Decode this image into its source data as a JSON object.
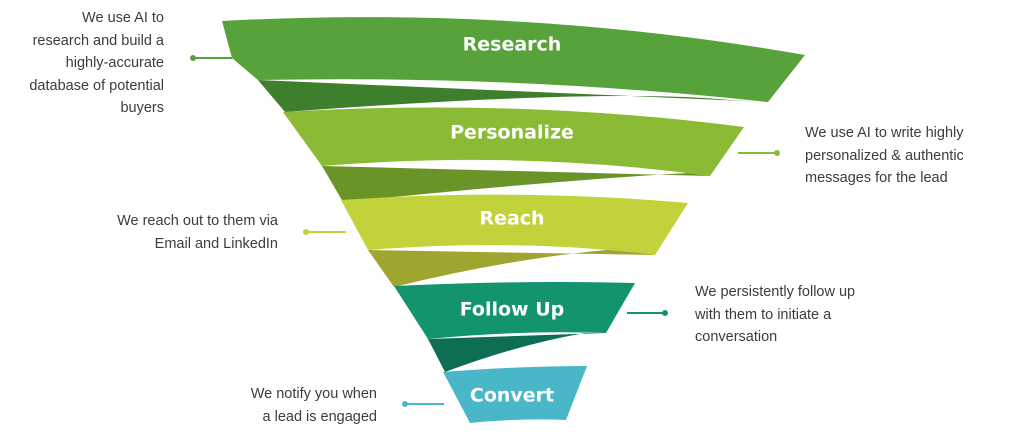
{
  "funnel": {
    "stages": [
      {
        "label": "Research",
        "description": "We use AI to\nresearch and build a\nhighly-accurate\ndatabase of potential\nbuyers",
        "side": "left",
        "color": "#57a23a"
      },
      {
        "label": "Personalize",
        "description": "We use AI to write highly\npersonalized & authentic\nmessages for the lead",
        "side": "right",
        "color": "#8bbb35"
      },
      {
        "label": "Reach",
        "description": "We reach out to them via\nEmail and LinkedIn",
        "side": "left",
        "color": "#c1d23b"
      },
      {
        "label": "Follow Up",
        "description": "We persistently follow up\nwith them to initiate a\nconversation",
        "side": "right",
        "color": "#13946e"
      },
      {
        "label": "Convert",
        "description": "We notify you when\na lead is engaged",
        "side": "left",
        "color": "#4ab7c9"
      }
    ],
    "connector_colors": [
      "#3d7f2c",
      "#6a9428",
      "#a0a52f",
      "#0d6e53"
    ]
  }
}
